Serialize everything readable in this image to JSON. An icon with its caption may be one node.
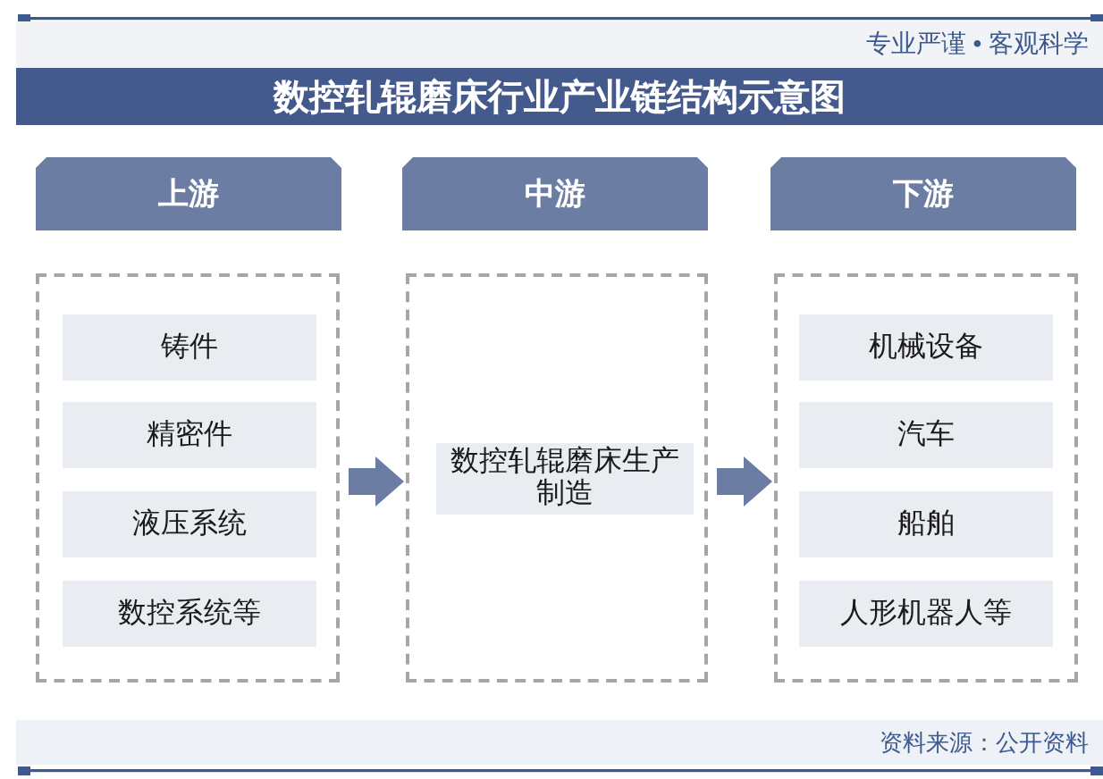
{
  "diagram": {
    "title": "数控轧辊磨床行业产业链结构示意图",
    "nodes": [
      {
        "text": [
          "上游"
        ]
      },
      {
        "text": [
          "中游"
        ]
      },
      {
        "text": [
          "下游"
        ]
      },
      {
        "text": [],
        "shape": "box"
      },
      {
        "text": [
          "铸件"
        ],
        "in": 3
      },
      {
        "text": [
          "精密件"
        ],
        "in": 3
      },
      {
        "text": [
          "液压系统"
        ],
        "in": 3
      },
      {
        "text": [
          "数控系统等"
        ],
        "in": 3
      },
      {
        "text": [],
        "shape": "box"
      },
      {
        "text": [
          "数控轧辊磨床生产制造"
        ],
        "in": 8
      },
      {
        "text": [],
        "shape": "box"
      },
      {
        "text": [
          "机械设备"
        ],
        "in": 10
      },
      {
        "text": [
          "汽车"
        ],
        "in": 10
      },
      {
        "text": [
          "船舶"
        ],
        "in": 10
      },
      {
        "text": [
          "人形机器人等"
        ],
        "in": 10
      }
    ],
    "edges": [
      {
        "from": 3,
        "to": 8,
        "arrow": "to"
      },
      {
        "from": 8,
        "to": 10,
        "arrow": "to"
      }
    ],
    "labels": [
      "专业严谨 • 客观科学",
      "资料来源：公开资料"
    ]
  }
}
